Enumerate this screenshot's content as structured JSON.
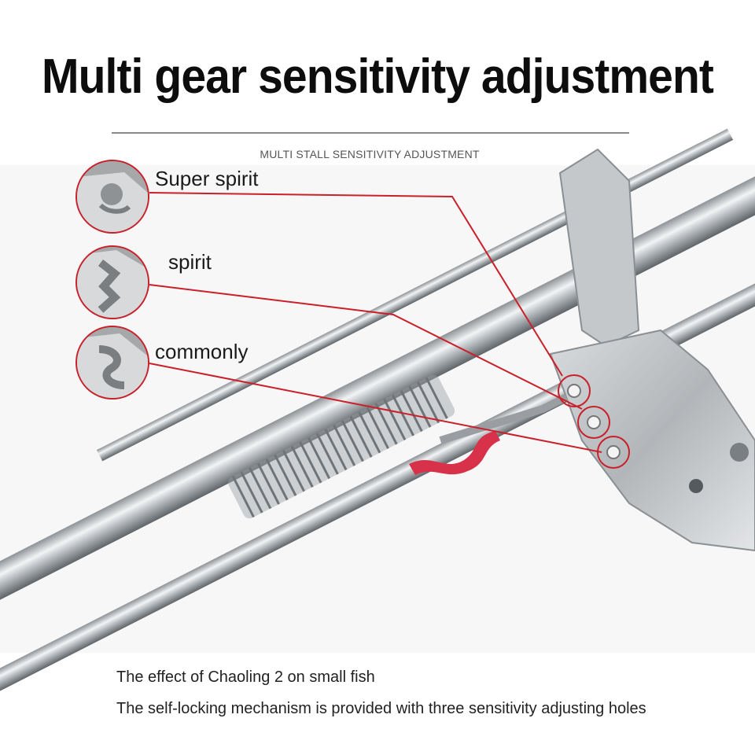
{
  "headline": "Multi gear sensitivity adjustment",
  "subheading": "MULTI STALL SENSITIVITY ADJUSTMENT",
  "levels": [
    {
      "label": "Super spirit",
      "icon": "super-spirit-slot-icon"
    },
    {
      "label": "spirit",
      "icon": "spirit-slot-icon"
    },
    {
      "label": "commonly",
      "icon": "commonly-slot-icon"
    }
  ],
  "captions": [
    "The effect of Chaoling 2 on small fish",
    "The self-locking mechanism is provided with three sensitivity adjusting holes"
  ],
  "colors": {
    "callout_red": "#c9202a",
    "trigger_red": "#d8324a",
    "steel": "#bfc3c6"
  }
}
